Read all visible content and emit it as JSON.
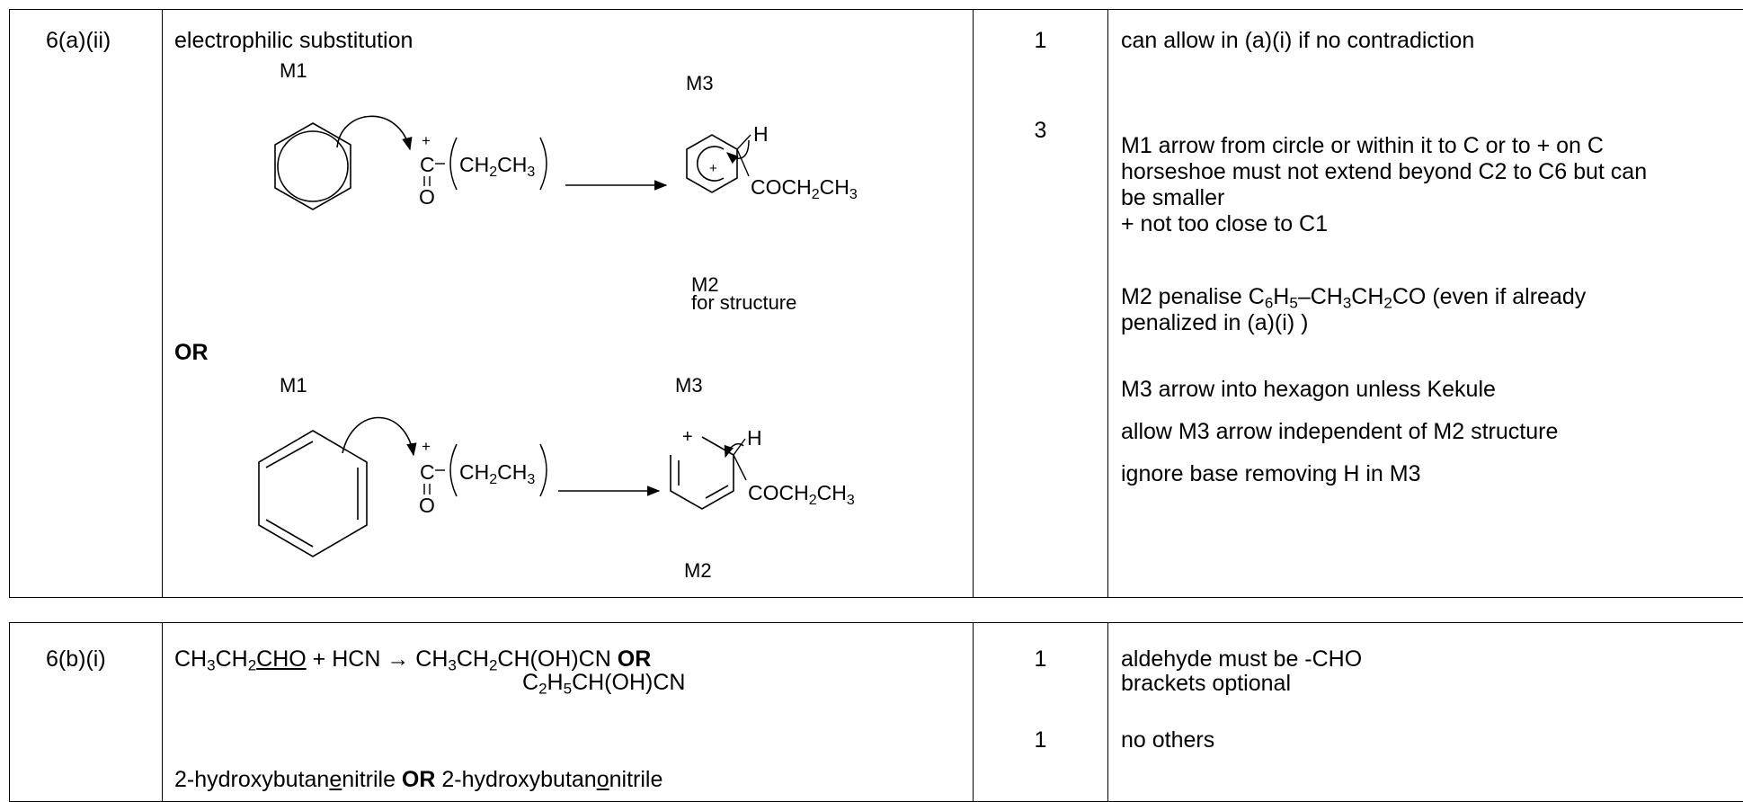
{
  "row1": {
    "question": "6(a)(ii)",
    "answer_title": "electrophilic substitution",
    "or_label": "OR",
    "diagram1": {
      "m1": "M1",
      "m3": "M3",
      "m2": "M2",
      "m2_note": "for structure",
      "plus": "+",
      "c": "C",
      "o": "O",
      "h": "H",
      "acyl_group": "CH2CH3",
      "product_group": "COCH2CH3"
    },
    "diagram2": {
      "m1": "M1",
      "m3": "M3",
      "m2": "M2",
      "plus": "+",
      "c": "C",
      "o": "O",
      "h": "H",
      "acyl_group": "CH2CH3",
      "product_group": "COCH2CH3"
    },
    "marks": [
      "1",
      "3"
    ],
    "guidance": [
      "can allow in (a)(i) if no contradiction",
      "M1 arrow from circle or within it to C  or  to + on C",
      "horseshoe must not extend beyond C2 to C6 but can",
      "be smaller",
      "+ not too close to C1",
      "M2 penalise  C6H5–CH3CH2CO (even if already",
      "penalized in (a)(i) )",
      "M3 arrow into hexagon unless Kekule",
      "allow M3 arrow independent of M2 structure",
      "ignore base removing H in M3"
    ]
  },
  "row2": {
    "question": "6(b)(i)",
    "equation": {
      "reactant_aldehyde": "CH3CH2CHO",
      "plus": "+",
      "reagent": "HCN",
      "arrow": "→",
      "product": "CH3CH2CH(OH)CN",
      "or": "OR",
      "alt_product": "C2H5CH(OH)CN"
    },
    "name_answer": {
      "name1": "2-hydroxybutanenitrile",
      "or": "OR",
      "name2": "2-hydroxybutanonitrile"
    },
    "marks": [
      "1",
      "1"
    ],
    "guidance": [
      "aldehyde must be  -CHO",
      "brackets optional",
      "no others"
    ]
  }
}
